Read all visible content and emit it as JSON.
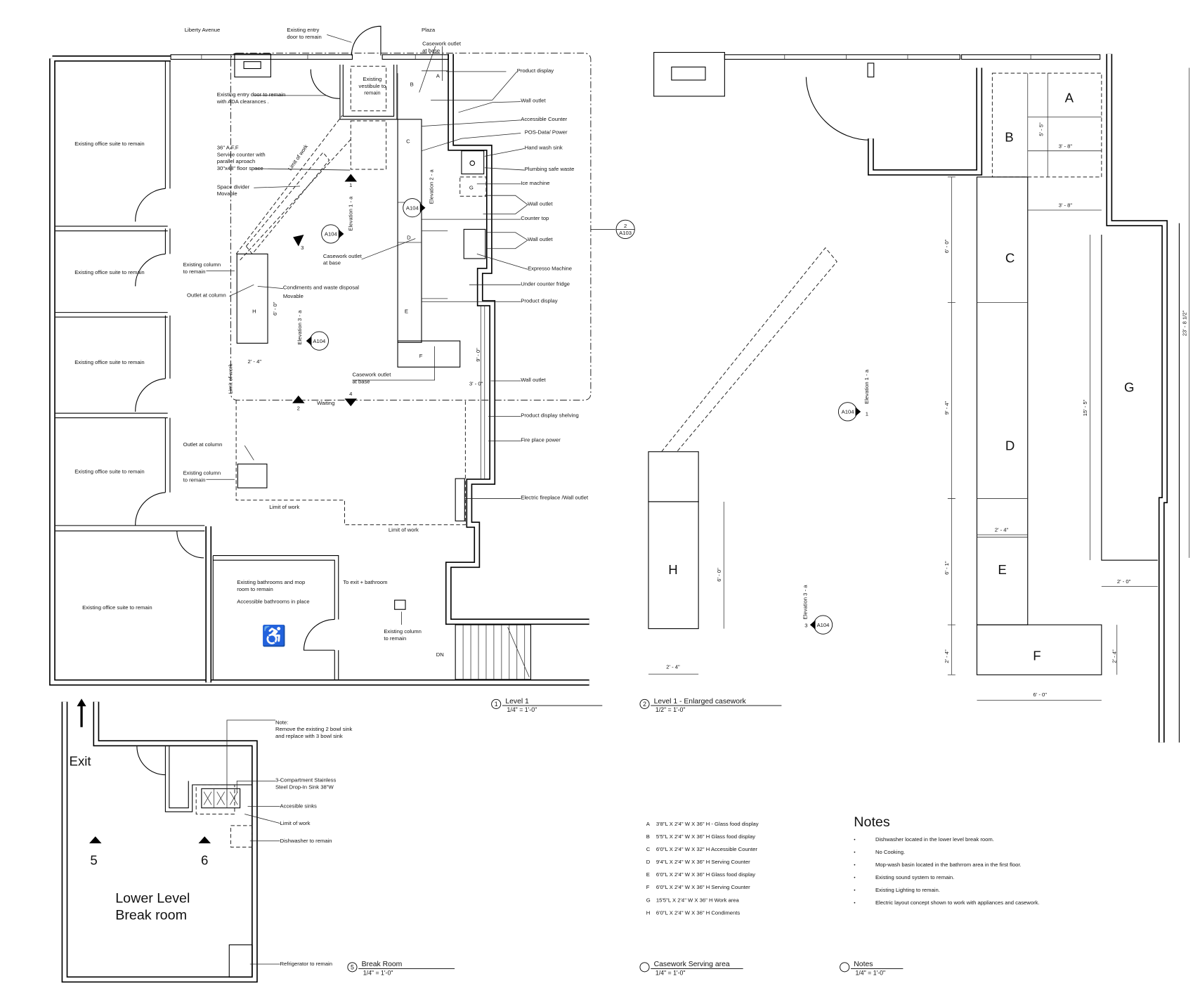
{
  "level1": {
    "annotations": [
      [
        "Liberty Avenue"
      ],
      [
        "Existing entry",
        "door to remain"
      ],
      [
        "Plaza"
      ],
      [
        "Casework outlet",
        "at base"
      ],
      [
        "Existing",
        "vestibule to",
        "remain"
      ],
      [
        "Existing entry door to remain",
        "with ADA clearances ."
      ],
      [
        "Product display"
      ],
      [
        "Wall outlet"
      ],
      [
        "Accessible Counter"
      ],
      [
        "POS-Data/ Power"
      ],
      [
        "Hand wash sink"
      ],
      [
        "Plumbing safe waste"
      ],
      [
        "Ice machine"
      ],
      [
        "Wall outlet"
      ],
      [
        "Counter top"
      ],
      [
        "Wall outlet"
      ],
      [
        "Expresso Machine"
      ],
      [
        "Under counter fridge"
      ],
      [
        "Product display"
      ],
      [
        "Wall outlet"
      ],
      [
        "Product display shelving"
      ],
      [
        "Fire place power"
      ],
      [
        "Electric fireplace /Wall outlet"
      ],
      [
        "36\" A.F.F",
        "Service counter with",
        "parallel aproach",
        "30\"x48\" floor space"
      ],
      [
        "Space divider",
        "Movable"
      ],
      [
        "Existing column",
        "to remain"
      ],
      [
        "Outlet at column"
      ],
      [
        "Casework outlet",
        "at base"
      ],
      [
        "Condiments and waste disposal",
        "Movable"
      ],
      [
        "Casework outlet",
        "at base"
      ],
      [
        "Waiting"
      ],
      [
        "Outlet at column"
      ],
      [
        "Existing column",
        "to remain"
      ],
      [
        "Limit of  work"
      ],
      [
        "Limit of  work"
      ],
      [
        "Existing bathrooms and mop",
        "room to remain"
      ],
      [
        "Accessible bathrooms in place"
      ],
      [
        "To exit + bathroom"
      ],
      [
        "Existing column",
        "to remain"
      ],
      [
        "DN"
      ],
      [
        "Limit of  work"
      ],
      [
        "Limit of  work"
      ]
    ],
    "office_suites": [
      "Existing office suite to remain",
      "Existing office suite to remain",
      "Existing office suite to remain",
      "Existing office suite to remain",
      "Existing office suite to remain"
    ],
    "casework_letters": [
      "A",
      "B",
      "C",
      "D",
      "E",
      "F",
      "G",
      "H"
    ],
    "dimensions": [
      "6' - 0\"",
      "2' - 4\"",
      "9' - 0\"",
      "3' - 0\""
    ],
    "elevations": {
      "ref": "A104",
      "labels": [
        "Elevation 1 - a",
        "Elevation 2 - a",
        "Elevation 3 - a"
      ],
      "numbers": [
        "1",
        "2",
        "3",
        "4"
      ],
      "section_ref": {
        "num": "2",
        "sheet": "A103"
      }
    },
    "title": {
      "num": "1",
      "name": "Level 1",
      "scale": "1/4\" = 1'-0\""
    }
  },
  "enlarged": {
    "letters": [
      "A",
      "B",
      "C",
      "D",
      "E",
      "F",
      "G",
      "H"
    ],
    "dimensions": [
      "5' - 5\"",
      "3' - 8\"",
      "3' - 8\"",
      "6' - 0\"",
      "9' - 4\"",
      "15' - 5\"",
      "23' - 8 1/2\"",
      "2' - 4\"",
      "6' - 1\"",
      "2' - 0\"",
      "2' - 4\"",
      "2' - 4\"",
      "6' - 0\"",
      "6' - 0\"",
      "2' - 4\""
    ],
    "elevations": {
      "ref": "A104",
      "labels": [
        "Elevation 1 - a",
        "Elevation 3 - a"
      ],
      "numbers": [
        "1",
        "3"
      ]
    },
    "title": {
      "num": "2",
      "name": "Level 1 - Enlarged casework",
      "scale": "1/2\" = 1'-0\""
    }
  },
  "break_room": {
    "exit": "Exit",
    "markers": [
      "5",
      "6"
    ],
    "room_name": [
      "Lower Level",
      "Break room"
    ],
    "annotations": [
      [
        "Note:",
        "Remove the existing 2 bowl sink",
        "and replace with 3 bowl sink"
      ],
      [
        "3-Compartment Stainless",
        "Steel Drop-In Sink 38\"W"
      ],
      [
        "Accesible sinks"
      ],
      [
        "Limit of work"
      ],
      [
        "Dishwasher to remain"
      ],
      [
        "Refrigerator to remain"
      ]
    ],
    "title": {
      "num": "5",
      "name": "Break Room",
      "scale": "1/4\" = 1'-0\""
    }
  },
  "casework_schedule": {
    "items": [
      {
        "key": "A",
        "desc": "3'8\"L X 2'4\" W X 36\" H - Glass food display"
      },
      {
        "key": "B",
        "desc": "5'5\"L X 2'4\" W X 36\" H  Glass food display"
      },
      {
        "key": "C",
        "desc": "6'0\"L X 2'4\" W X 32\" H  Accessible Counter"
      },
      {
        "key": "D",
        "desc": "9'4\"L X 2'4\" W X 36\" H Serving Counter"
      },
      {
        "key": "E",
        "desc": "6'0\"L X 2'4\" W X 36\" H Glass food display"
      },
      {
        "key": "F",
        "desc": "6'0\"L X 2'4\" W X 36\" H  Serving Counter"
      },
      {
        "key": "G",
        "desc": "15'5\"L X 2'4\" W X 36\" H  Work area"
      },
      {
        "key": "H",
        "desc": "6'0\"L X 2'4\" W X 36\" H  Condiments"
      }
    ],
    "title": {
      "name": "Casework Serving area",
      "scale": "1/4\" = 1'-0\""
    }
  },
  "notes": {
    "heading": "Notes",
    "bullet": "•",
    "items": [
      "Dishwasher located in the lower level break room.",
      "No Cooking.",
      "Mop-wash basin located in the bathrrom area in the first floor.",
      "Existing sound system to remain.",
      "Existing Lighting to remain.",
      "Electric layout concept shown to work with appliances and casework."
    ],
    "title": {
      "name": "Notes",
      "scale": "1/4\" = 1'-0\""
    }
  }
}
